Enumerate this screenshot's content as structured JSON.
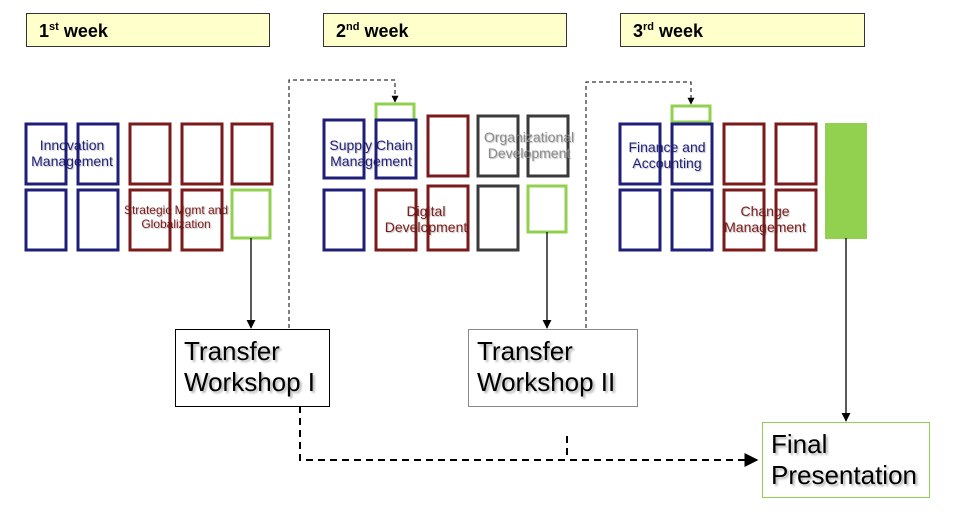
{
  "weeks": [
    {
      "ordinal": "1",
      "suffix": "st",
      "word": "week"
    },
    {
      "ordinal": "2",
      "suffix": "nd",
      "word": "week"
    },
    {
      "ordinal": "3",
      "suffix": "rd",
      "word": "week"
    }
  ],
  "modules": {
    "innovation": "Innovation Management",
    "strategic": "Strategic Mgmt and Globalization",
    "supply_chain": "Supply Chain Management",
    "digital": "Digital Development",
    "organizational": "Organizational Development",
    "finance": "Finance and Accounting",
    "change": "Change Management"
  },
  "workshops": {
    "transfer_1": "Transfer Workshop I",
    "transfer_2": "Transfer Workshop II",
    "final": "Final Presentation"
  },
  "colors": {
    "blue": "#1f1f7a",
    "red": "#7a1a1a",
    "gray": "#3a3a3a",
    "green": "#92d050",
    "header_fill": "#ffffcc"
  }
}
